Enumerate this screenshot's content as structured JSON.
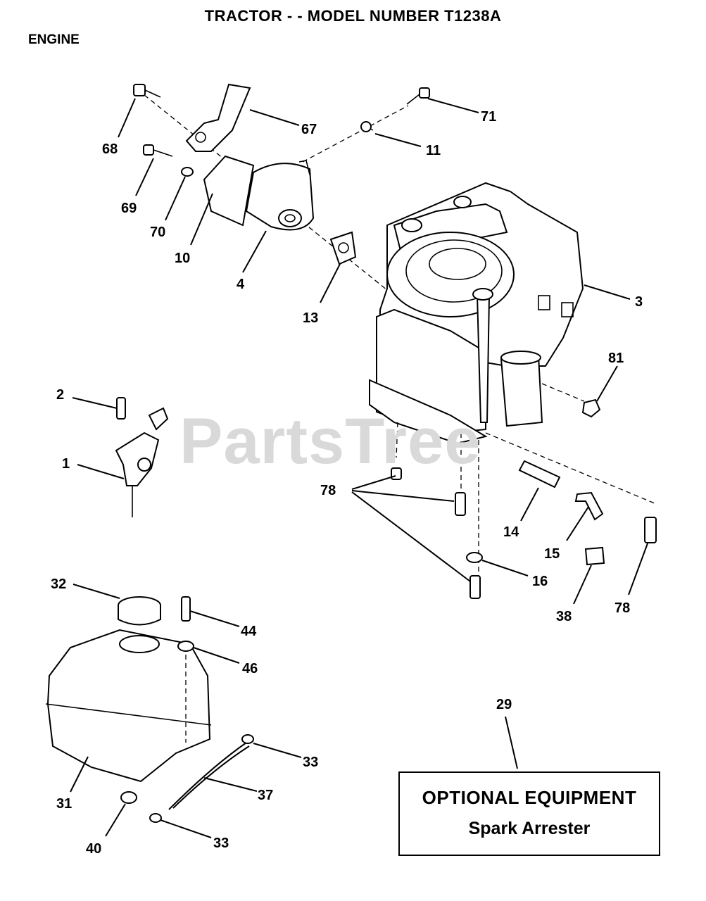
{
  "header": {
    "title": "TRACTOR - - MODEL NUMBER T1238A",
    "section": "ENGINE"
  },
  "watermark": "PartsTree",
  "optional_box": {
    "line1": "OPTIONAL EQUIPMENT",
    "line2": "Spark Arrester"
  },
  "callouts": [
    "68",
    "67",
    "71",
    "11",
    "69",
    "70",
    "10",
    "4",
    "13",
    "3",
    "81",
    "2",
    "1",
    "78",
    "14",
    "15",
    "16",
    "38",
    "78",
    "32",
    "44",
    "46",
    "31",
    "33",
    "37",
    "40",
    "33",
    "29"
  ]
}
